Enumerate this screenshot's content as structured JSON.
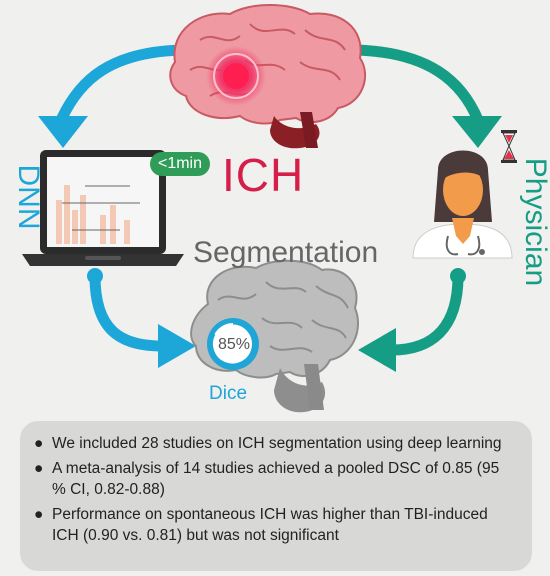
{
  "labels": {
    "dnn": "DNN",
    "physician": "Physician",
    "ich": "ICH",
    "segmentation": "Segmentation",
    "dice": "Dice",
    "dice_value": "85%",
    "time_badge": "<1min"
  },
  "colors": {
    "dnn_blue": "#1da7d8",
    "physician_green": "#169d85",
    "ich_red": "#d61e4a",
    "badge_green": "#2f9d57",
    "background": "#f0f0ef",
    "summary_bg": "#d8d8d6"
  },
  "icons": {
    "top": "brain-with-hemorrhage-icon",
    "left": "laptop-icon",
    "right": "physician-icon",
    "hourglass": "hourglass-icon",
    "bottom": "gray-brain-icon",
    "dice": "dice-gauge-icon"
  },
  "summary": {
    "bullet": "●",
    "items": [
      "We included 28 studies on ICH segmentation using deep learning",
      "A meta-analysis of 14 studies achieved a pooled DSC of 0.85 (95 % CI, 0.82-0.88)",
      "Performance on spontaneous ICH was higher than TBI-induced ICH (0.90 vs. 0.81) but was not significant"
    ]
  }
}
